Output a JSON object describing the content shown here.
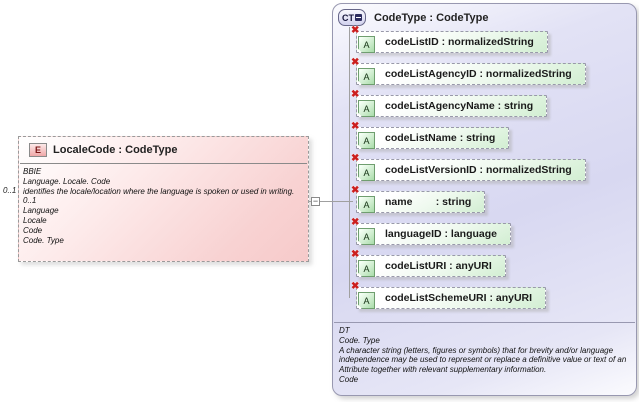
{
  "icons": {
    "element": "E",
    "complextype": "CT",
    "attribute": "A",
    "prohibited": "✖",
    "collapse": "−"
  },
  "colors": {
    "element_pink": "#f6caca",
    "attribute_green": "#d2eed2",
    "complextype_lavender": "#d8d8f1",
    "prohibited_red": "#cc1f1f",
    "line_gray": "#a0a0a0"
  },
  "element_box": {
    "cardinality": "0..1",
    "title": "LocaleCode : CodeType",
    "annotation_lines": [
      "BBIE",
      "Language. Locale. Code",
      "identifies the locale/location where the language is spoken or used in writing.",
      "0..1",
      "Language",
      "Locale",
      "Code",
      "Code. Type"
    ]
  },
  "codetype_box": {
    "title": "CodeType : CodeType",
    "attributes": [
      {
        "name": "codeListID",
        "type": "normalizedString",
        "display": "codeListID : normalizedString"
      },
      {
        "name": "codeListAgencyID",
        "type": "normalizedString",
        "display": "codeListAgencyID : normalizedString"
      },
      {
        "name": "codeListAgencyName",
        "type": "string",
        "display": "codeListAgencyName : string"
      },
      {
        "name": "codeListName",
        "type": "string",
        "display": "codeListName : string"
      },
      {
        "name": "codeListVersionID",
        "type": "normalizedString",
        "display": "codeListVersionID : normalizedString"
      },
      {
        "name": "name",
        "type": "string",
        "display": "name        : string"
      },
      {
        "name": "languageID",
        "type": "language",
        "display": "languageID : language"
      },
      {
        "name": "codeListURI",
        "type": "anyURI",
        "display": "codeListURI : anyURI"
      },
      {
        "name": "codeListSchemeURI",
        "type": "anyURI",
        "display": "codeListSchemeURI : anyURI"
      }
    ],
    "annotation_lines": [
      "DT",
      "Code. Type",
      "A character string (letters, figures or symbols) that for brevity and/or language independence may be used to represent or replace a definitive value or text of an Attribute together with relevant supplementary information.",
      "Code"
    ]
  }
}
